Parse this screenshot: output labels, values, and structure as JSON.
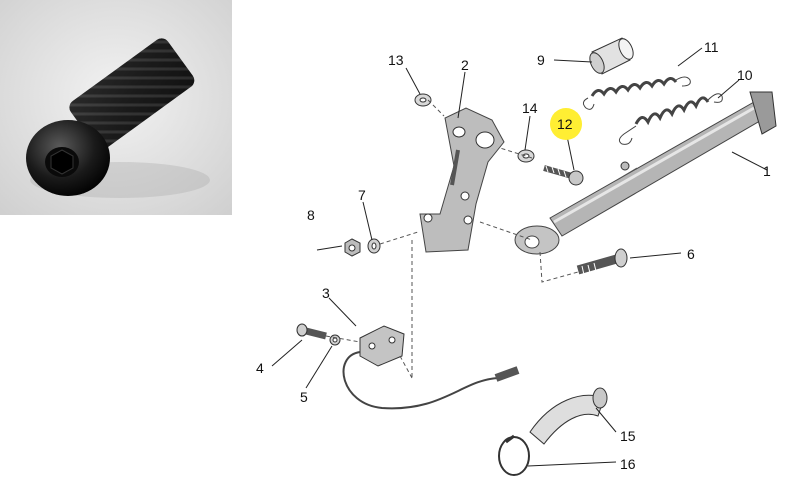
{
  "photo": {
    "icon": "button-head-bolt-photo",
    "background": "#dcdcdc"
  },
  "diagram": {
    "highlight_color": "#ffee33",
    "callouts": [
      {
        "id": "1",
        "label": "1"
      },
      {
        "id": "2",
        "label": "2"
      },
      {
        "id": "3",
        "label": "3"
      },
      {
        "id": "4",
        "label": "4"
      },
      {
        "id": "5",
        "label": "5"
      },
      {
        "id": "6",
        "label": "6"
      },
      {
        "id": "7",
        "label": "7"
      },
      {
        "id": "8",
        "label": "8"
      },
      {
        "id": "9",
        "label": "9"
      },
      {
        "id": "10",
        "label": "10"
      },
      {
        "id": "11",
        "label": "11"
      },
      {
        "id": "12",
        "label": "12",
        "highlighted": true
      },
      {
        "id": "13",
        "label": "13"
      },
      {
        "id": "14",
        "label": "14"
      },
      {
        "id": "15",
        "label": "15"
      },
      {
        "id": "16",
        "label": "16"
      }
    ]
  }
}
